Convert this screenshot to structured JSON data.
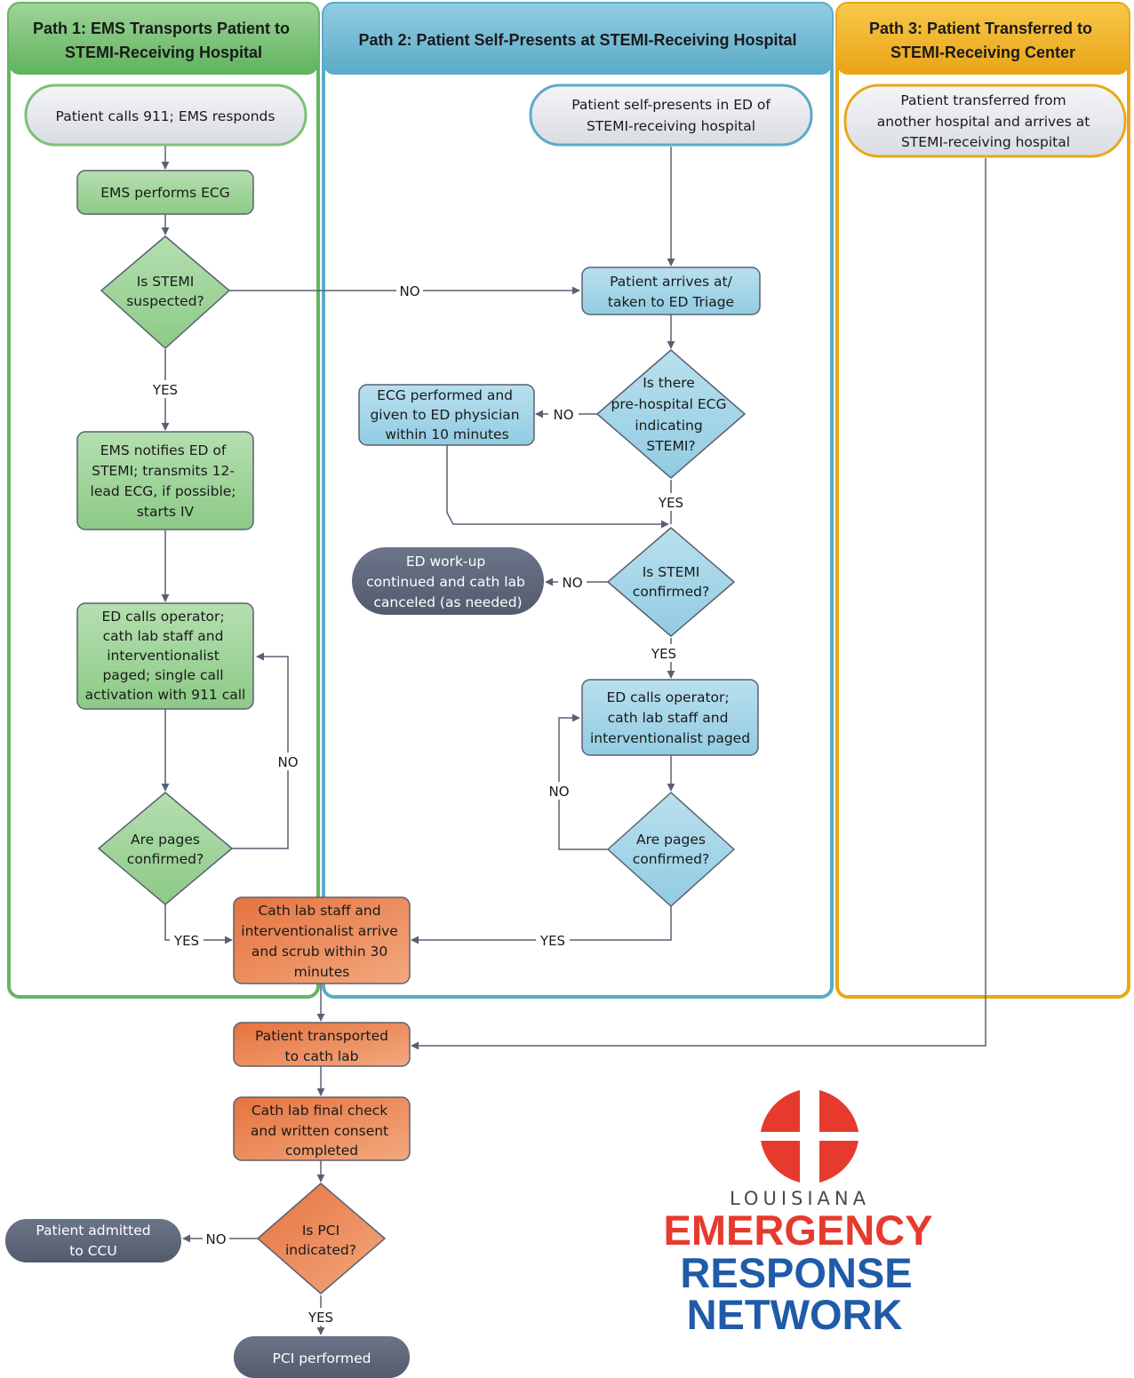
{
  "colors": {
    "green": "#65b562",
    "blue": "#5aabc8",
    "yellow": "#e9a718",
    "arrow": "#5a6072",
    "logo_red": "#e63a2e",
    "logo_blue": "#1f5ba8"
  },
  "lanes": {
    "path1": {
      "line1": "Path 1: EMS Transports Patient to",
      "line2": "STEMI-Receiving Hospital"
    },
    "path2": {
      "line1": "Path 2:  Patient Self-Presents at STEMI-Receiving Hospital"
    },
    "path3": {
      "line1": "Path 3:  Patient Transferred to",
      "line2": "STEMI-Receiving Center"
    }
  },
  "nodes": {
    "p1_calls": {
      "l1": "Patient calls 911; EMS responds"
    },
    "p1_ecg": {
      "l1": "EMS performs ECG"
    },
    "p1_stemi_q": {
      "l1": "Is STEMI",
      "l2": "suspected?"
    },
    "p1_notify": {
      "l1": "EMS notifies ED of",
      "l2": "STEMI; transmits 12-",
      "l3": "lead ECG, if possible;",
      "l4": "starts IV"
    },
    "p1_calls_op": {
      "l1": "ED calls operator;",
      "l2": "cath lab staff and",
      "l3": "interventionalist",
      "l4": "paged; single call",
      "l5": "activation with 911 call"
    },
    "p1_pages_q": {
      "l1": "Are pages",
      "l2": "confirmed?"
    },
    "p2_self": {
      "l1": "Patient self-presents in ED of",
      "l2": "STEMI-receiving hospital"
    },
    "p2_triage": {
      "l1": "Patient arrives at/",
      "l2": "taken to ED Triage"
    },
    "p2_prehosp_q": {
      "l1": "Is there",
      "l2": "pre-hospital ECG",
      "l3": "indicating",
      "l4": "STEMI?"
    },
    "p2_ecg": {
      "l1": "ECG performed and",
      "l2": "given to ED physician",
      "l3": "within 10 minutes"
    },
    "p2_confirm_q": {
      "l1": "Is STEMI",
      "l2": "confirmed?"
    },
    "p2_workup": {
      "l1": "ED  work-up",
      "l2": "continued and cath lab",
      "l3": "canceled (as needed)"
    },
    "p2_calls_op": {
      "l1": "ED calls operator;",
      "l2": "cath lab staff and",
      "l3": "interventionalist paged"
    },
    "p2_pages_q": {
      "l1": "Are pages",
      "l2": "confirmed?"
    },
    "p3_transfer": {
      "l1": "Patient transferred from",
      "l2": "another hospital and arrives at",
      "l3": "STEMI-receiving hospital"
    },
    "cath_arrive": {
      "l1": "Cath lab staff and",
      "l2": "interventionalist arrive",
      "l3": "and scrub within 30",
      "l4": "minutes"
    },
    "transported": {
      "l1": "Patient transported",
      "l2": "to cath lab"
    },
    "final_check": {
      "l1": "Cath lab final check",
      "l2": "and written consent",
      "l3": "completed"
    },
    "pci_q": {
      "l1": "Is PCI",
      "l2": "indicated?"
    },
    "admitted": {
      "l1": "Patient admitted",
      "l2": "to CCU"
    },
    "pci_done": {
      "l1": "PCI performed"
    }
  },
  "labels": {
    "no1": "NO",
    "yes1": "YES",
    "no2": "NO",
    "yes2": "YES",
    "no3": "NO",
    "yes3": "YES",
    "no4": "NO",
    "yes4": "YES",
    "no5": "NO",
    "yes5": "YES",
    "no6": "NO",
    "yes6": "YES"
  },
  "logo": {
    "line1": "LOUISIANA",
    "line2": "EMERGENCY",
    "line3": "RESPONSE",
    "line4": "NETWORK"
  }
}
